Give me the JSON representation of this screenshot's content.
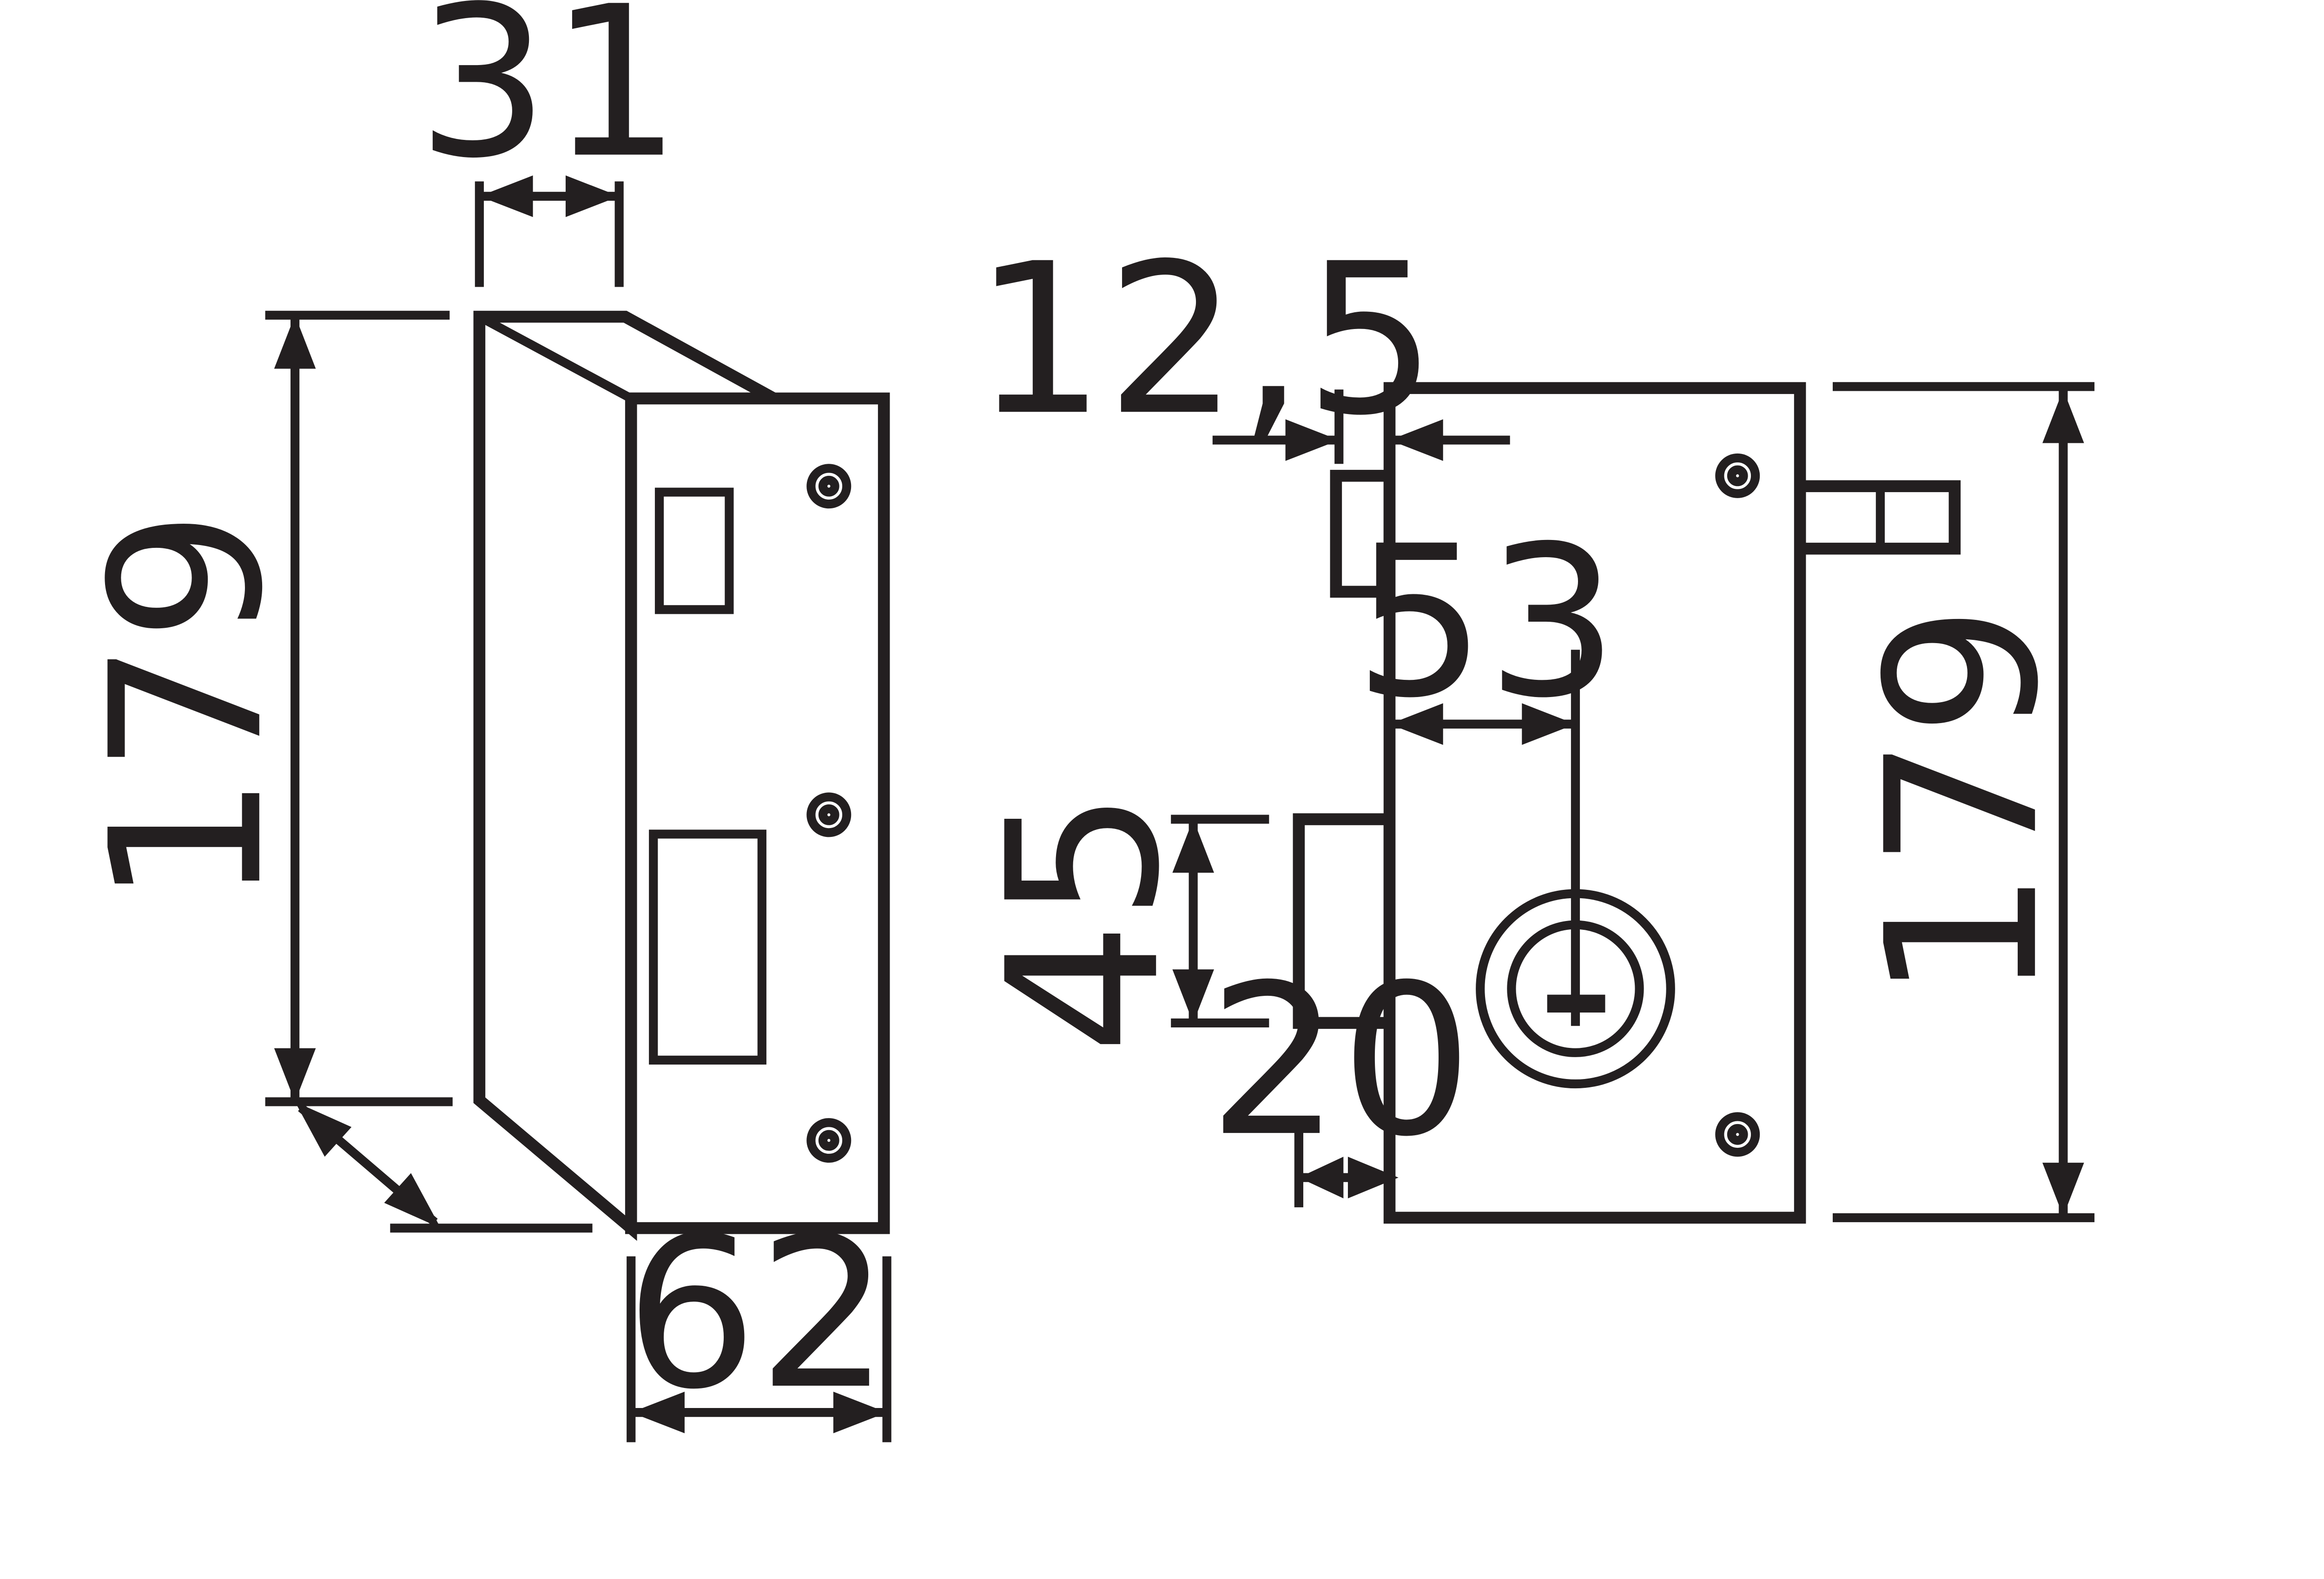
{
  "colors": {
    "line": "#231f20",
    "background": "#ffffff"
  },
  "side_view": {
    "dims": {
      "depth_top": "31",
      "height": "179",
      "width_bottom": "62"
    }
  },
  "front_view": {
    "dims": {
      "offset_top": "12,5",
      "key_axis": "53",
      "bolt_height": "45",
      "bolt_throw": "20",
      "height": "179"
    }
  }
}
